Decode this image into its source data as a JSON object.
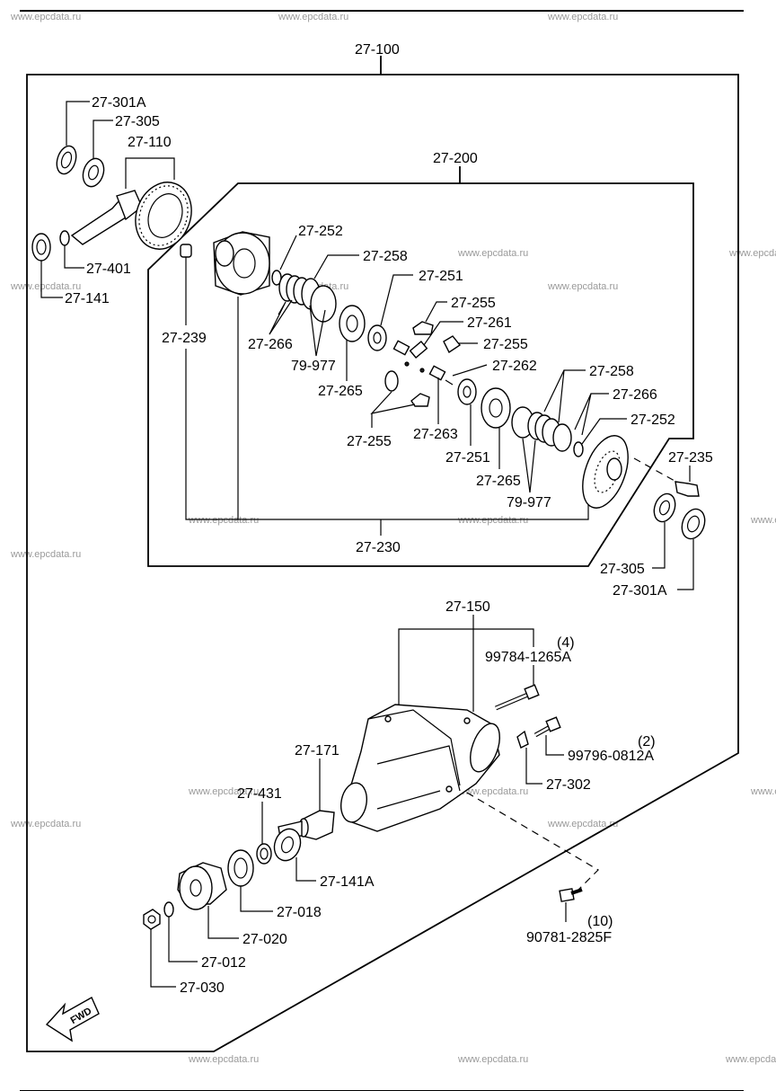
{
  "watermarks": {
    "w1": "www.epcdata.ru",
    "w2": "www.epcdata.ru",
    "w3": "www.epcdata.ru",
    "w4": "www.epcdata.ru",
    "w5": "www.epcdata.ru",
    "w6": "www.epcdata.ru",
    "w7": "www.epcdata.ru",
    "w8": "www.epcdata.ru",
    "w9": "www.epcdata.ru",
    "w10": "www.epcdata.ru",
    "w11": "www.epcdata.ru",
    "w12": "www.epcdata.ru",
    "w13": "www.epcdata.ru",
    "w14": "www.epcdata.ru",
    "w15": "www.epcdata.ru",
    "w16": "www.epcdata.ru",
    "w17": "www.epcdata.ru",
    "w18": "www.epcdata.ru",
    "w19": "www.epcdata.ru",
    "w20": "www.epcdata.ru"
  },
  "labels": {
    "l_27_100": "27-100",
    "l_27_301A_top": "27-301A",
    "l_27_305_top": "27-305",
    "l_27_110": "27-110",
    "l_27_401": "27-401",
    "l_27_141": "27-141",
    "l_27_200": "27-200",
    "l_27_252_a": "27-252",
    "l_27_258_a": "27-258",
    "l_27_251_a": "27-251",
    "l_27_255_a": "27-255",
    "l_27_261": "27-261",
    "l_27_255_b": "27-255",
    "l_27_262": "27-262",
    "l_27_239": "27-239",
    "l_27_266_a": "27-266",
    "l_79_977_a": "79-977",
    "l_27_265_a": "27-265",
    "l_27_255_c": "27-255",
    "l_27_263": "27-263",
    "l_27_251_b": "27-251",
    "l_27_258_b": "27-258",
    "l_27_266_b": "27-266",
    "l_27_252_b": "27-252",
    "l_27_265_b": "27-265",
    "l_79_977_b": "79-977",
    "l_27_235": "27-235",
    "l_27_230": "27-230",
    "l_27_305_bot": "27-305",
    "l_27_301A_bot": "27-301A",
    "l_27_150": "27-150",
    "l_qty_4": "(4)",
    "l_99784": "99784-1265A",
    "l_qty_2": "(2)",
    "l_99796": "99796-0812A",
    "l_27_302": "27-302",
    "l_27_171": "27-171",
    "l_27_431": "27-431",
    "l_27_141A": "27-141A",
    "l_27_018": "27-018",
    "l_27_020": "27-020",
    "l_27_012": "27-012",
    "l_27_030": "27-030",
    "l_qty_10": "(10)",
    "l_90781": "90781-2825F",
    "fwd": "FWD"
  }
}
